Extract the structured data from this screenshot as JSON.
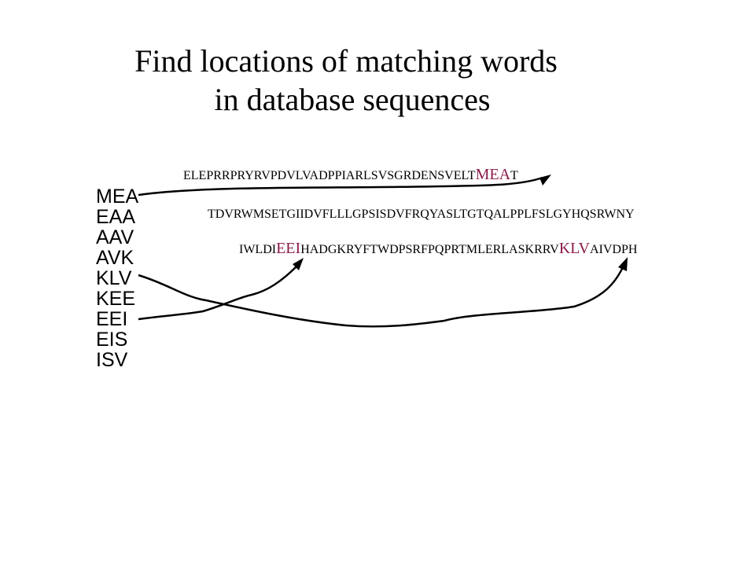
{
  "title": {
    "line1": "Find locations of matching words",
    "line2": "in database sequences"
  },
  "words": [
    "MEA",
    "EAA",
    "AAV",
    "AVK",
    "KLV",
    "KEE",
    "EEI",
    "EIS",
    "ISV"
  ],
  "sequences": [
    {
      "pre": "ELEPRRPRYRVPDVLVADPPIARLSVSGRDENSVELT",
      "hl1": "MEA",
      "mid": "T",
      "hl2": "",
      "post": ""
    },
    {
      "pre": "TDVRWMSETGIIDVFLLLGPSISDVFRQYASLTGTQALPPLFSLGYHQSRWNY",
      "hl1": "",
      "mid": "",
      "hl2": "",
      "post": ""
    },
    {
      "pre": "IWLDI",
      "hl1": "EEI",
      "mid": "HADGKRYFTWDPSRFPQPRTMLERLASKRRV",
      "hl2": "KLV",
      "post": "AIVDPH"
    }
  ],
  "colors": {
    "highlight": "#8B1A4A",
    "text": "#000000"
  }
}
